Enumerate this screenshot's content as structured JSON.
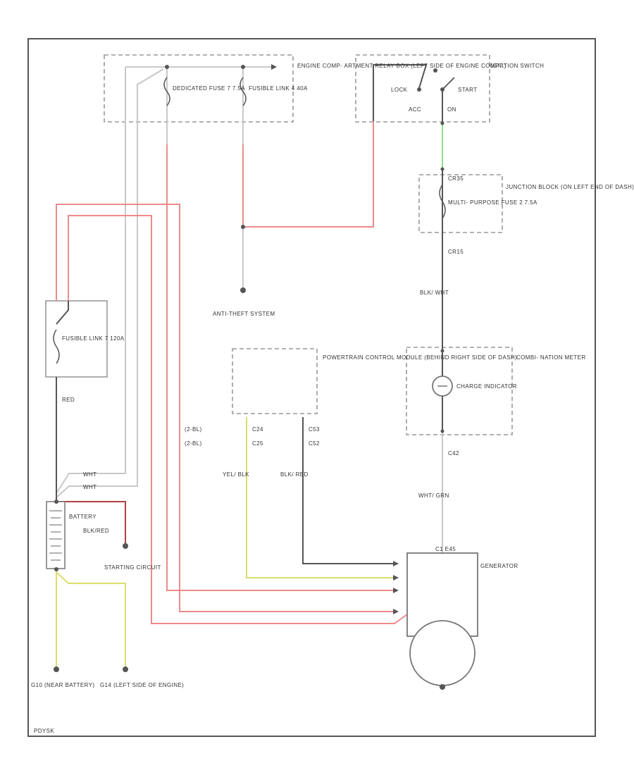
{
  "colors": {
    "red": "#ee8a8a",
    "grey": "#c8c8c8",
    "dark": "#555555",
    "yellow": "#dcdc6e",
    "green": "#8fe08f",
    "darkred": "#b04040"
  },
  "labels": {
    "engine_compartment_box": "ENGINE COMP- ARTMENT RELAY BOX (LEFT SIDE OF ENGINE COMPT.)",
    "fuse7": "DEDICATED FUSE 7 7.5A",
    "link4": "FUSIBLE LINK 4 40A",
    "ignition_switch": "IGNITION SWITCH",
    "lock": "LOCK",
    "start": "START",
    "acc": "ACC",
    "on": "ON",
    "junction_block": "JUNCTION BLOCK (ON LEFT END OF DASH)",
    "multi_fuse": "MULTI- PURPOSE FUSE 2 7.5A",
    "conn_cr": "CR15",
    "conn_cr2": "CR35",
    "wire_blk_wht": "BLK/ WHT",
    "anti_theft": "ANTI-THEFT SYSTEM",
    "fusible_link7": "FUSIBLE LINK 7 120A",
    "pcm": "POWERTRAIN CONTROL MODULE (BEHIND RIGHT SIDE OF DASH)",
    "combination_meter": "COMBI- NATION METER",
    "charge_indicator": "CHARGE INDICATOR",
    "battery": "BATTERY",
    "starting_circuit": "STARTING CIRCUIT",
    "generator": "GENERATOR",
    "ground1": "G10 (NEAR BATTERY)",
    "ground2": "G14 (LEFT SIDE OF ENGINE)",
    "watermark": "PDYSK",
    "wire_wht": "WHT",
    "wire_blk_red": "BLK/RED",
    "wire_yel_blk": "YEL/ BLK",
    "wire_blk_red2": "BLK/ RED",
    "wire_wht_grn": "WHT/ GRN",
    "wire_red": "RED",
    "pin_c24": "C24",
    "pin_c25": "C25",
    "pin_c53": "C53",
    "pin_c52": "C52",
    "pin_c42": "C42",
    "pin_c1b": "C1 E45",
    "two_bl1": "(2-BL)",
    "two_bl2": "(2-BL)"
  }
}
